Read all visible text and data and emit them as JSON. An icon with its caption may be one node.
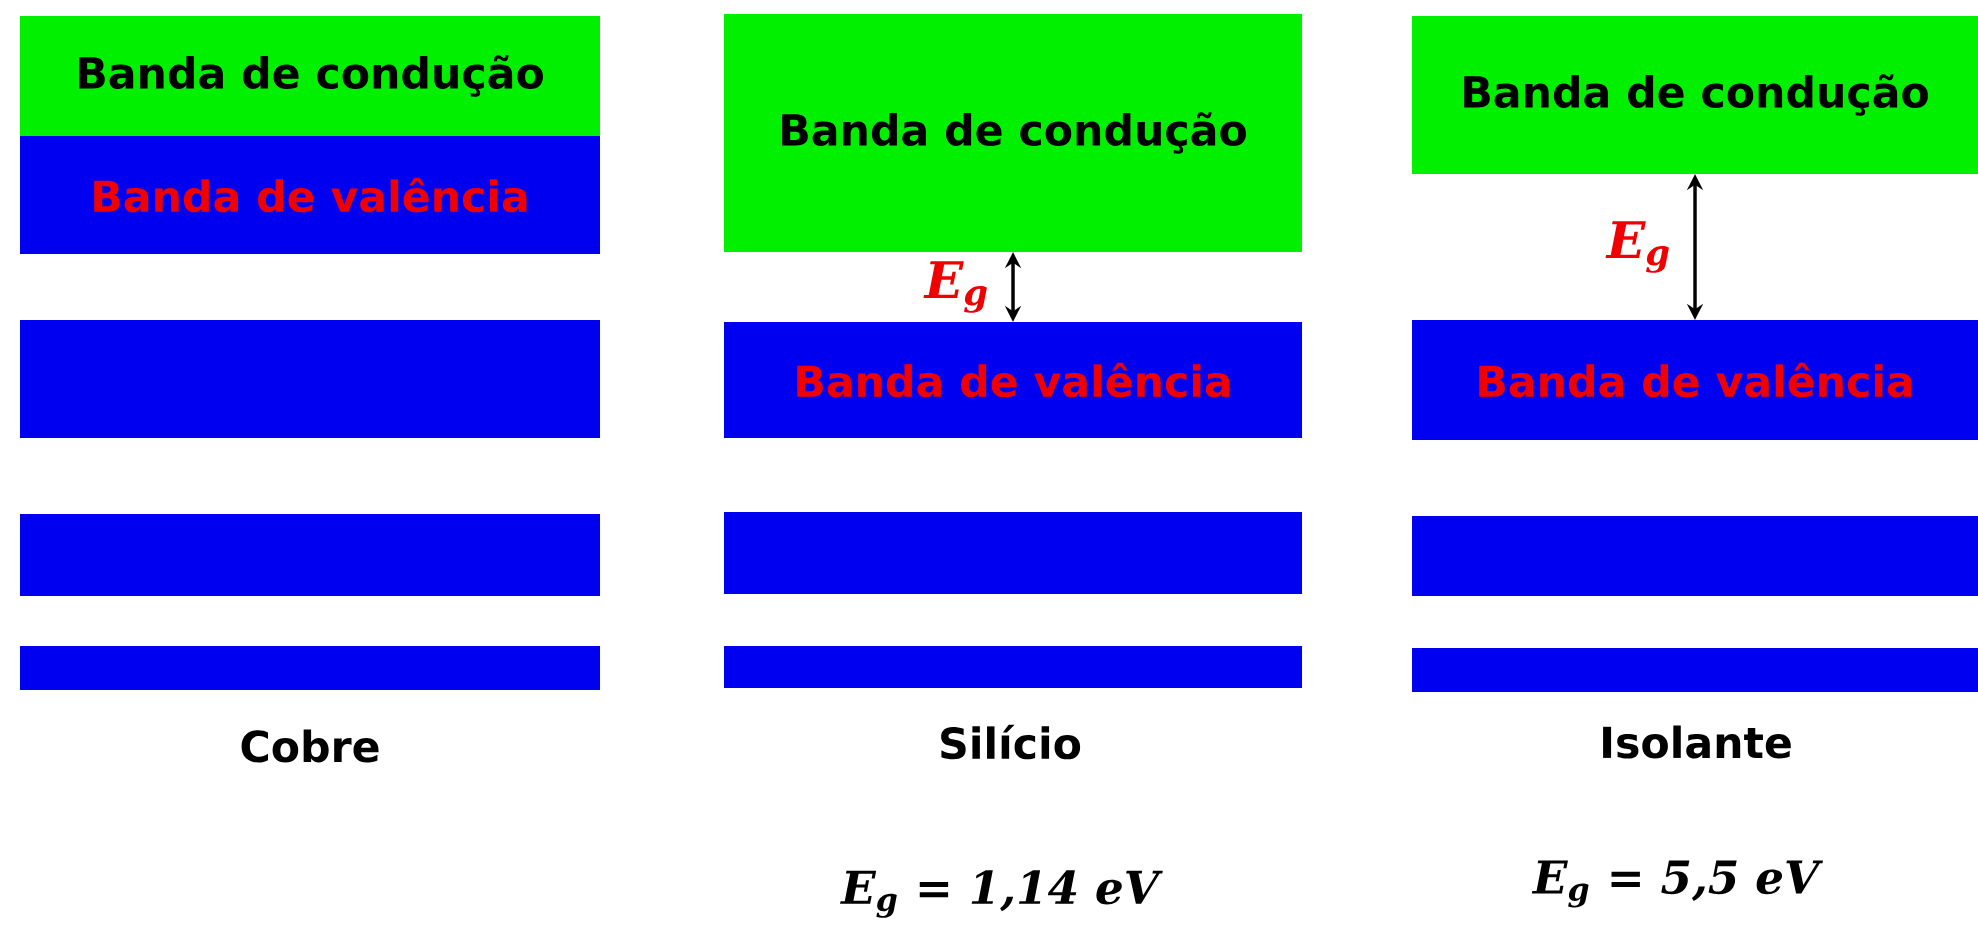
{
  "diagram": {
    "nodes": [
      {
        "text": [
          "Banda de condução"
        ]
      },
      {
        "text": [
          "Banda de valência"
        ]
      },
      {
        "text": [],
        "shape": "bar"
      },
      {
        "text": [],
        "shape": "bar"
      },
      {
        "text": [],
        "shape": "bar"
      },
      {
        "text": [
          "Banda de condução"
        ]
      },
      {
        "text": [
          "Banda de valência"
        ]
      },
      {
        "text": [],
        "shape": "bar"
      },
      {
        "text": [],
        "shape": "bar"
      },
      {
        "text": [
          "Banda de condução"
        ]
      },
      {
        "text": [
          "Banda de valência"
        ]
      },
      {
        "text": [],
        "shape": "bar"
      },
      {
        "text": [],
        "shape": "bar"
      }
    ],
    "edges": [
      {
        "from": 5,
        "to": 6,
        "arrow": "both",
        "label": "E$_{g}$"
      },
      {
        "from": 9,
        "to": 10,
        "arrow": "both",
        "label": "E$_{g}$"
      }
    ],
    "labels": [
      "Cobre",
      "Silício",
      "Isolante",
      "E$_{g}$ = 1,14 eV",
      "E$_{g}$ = 5,5 eV"
    ]
  }
}
